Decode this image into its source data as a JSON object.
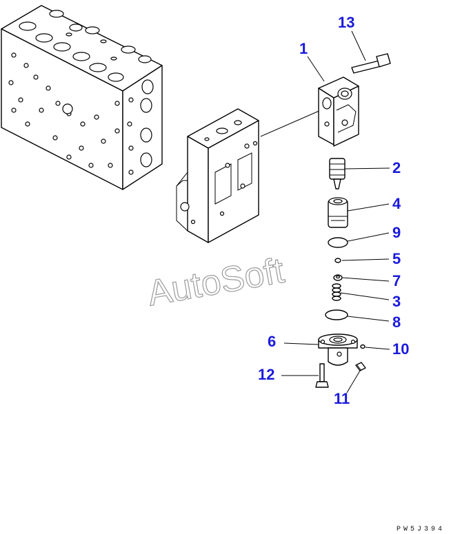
{
  "diagram": {
    "watermark": "AutoSoft",
    "drawing_code": "PW5J394",
    "callouts": [
      {
        "id": "1",
        "label": "1"
      },
      {
        "id": "2",
        "label": "2"
      },
      {
        "id": "3",
        "label": "3"
      },
      {
        "id": "4",
        "label": "4"
      },
      {
        "id": "5",
        "label": "5"
      },
      {
        "id": "6",
        "label": "6"
      },
      {
        "id": "7",
        "label": "7"
      },
      {
        "id": "8",
        "label": "8"
      },
      {
        "id": "9",
        "label": "9"
      },
      {
        "id": "10",
        "label": "10"
      },
      {
        "id": "11",
        "label": "11"
      },
      {
        "id": "12",
        "label": "12"
      },
      {
        "id": "13",
        "label": "13"
      }
    ],
    "colors": {
      "callout": "#1a1adc",
      "line": "#000000",
      "watermark": "#9a9a9a"
    }
  }
}
